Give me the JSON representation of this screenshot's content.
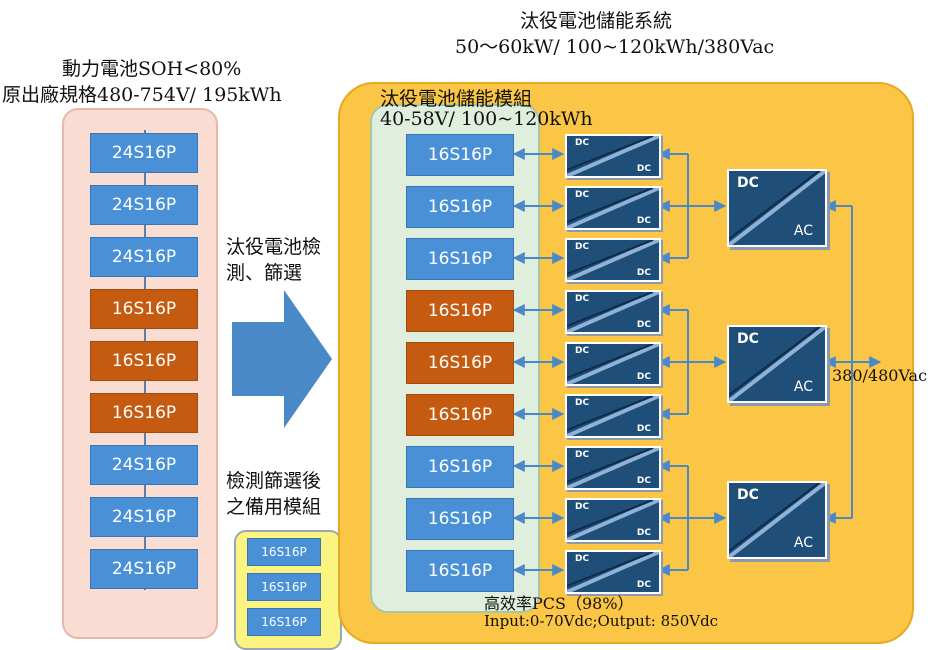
{
  "header": {
    "system_title": "汰役電池儲能系統",
    "system_spec": "50～60kW/ 100~120kWh/380Vac"
  },
  "source": {
    "title": "動力電池SOH<80%",
    "spec": "原出廠規格480-754V/ 195kWh",
    "cells": [
      {
        "label": "24S16P",
        "color": "blue"
      },
      {
        "label": "24S16P",
        "color": "blue"
      },
      {
        "label": "24S16P",
        "color": "blue"
      },
      {
        "label": "16S16P",
        "color": "orange"
      },
      {
        "label": "16S16P",
        "color": "orange"
      },
      {
        "label": "16S16P",
        "color": "orange"
      },
      {
        "label": "24S16P",
        "color": "blue"
      },
      {
        "label": "24S16P",
        "color": "blue"
      },
      {
        "label": "24S16P",
        "color": "blue"
      }
    ]
  },
  "process": {
    "screen_line1": "汰役電池檢",
    "screen_line2": "測、篩選",
    "spare_line1": "檢測篩選後",
    "spare_line2": "之備用模組"
  },
  "spares": [
    "16S16P",
    "16S16P",
    "16S16P"
  ],
  "module": {
    "title": "汰役電池儲能模組",
    "spec": "40-58V/ 100~120kWh",
    "cells": [
      {
        "label": "16S16P",
        "color": "blue"
      },
      {
        "label": "16S16P",
        "color": "blue"
      },
      {
        "label": "16S16P",
        "color": "blue"
      },
      {
        "label": "16S16P",
        "color": "orange"
      },
      {
        "label": "16S16P",
        "color": "orange"
      },
      {
        "label": "16S16P",
        "color": "orange"
      },
      {
        "label": "16S16P",
        "color": "blue"
      },
      {
        "label": "16S16P",
        "color": "blue"
      },
      {
        "label": "16S16P",
        "color": "blue"
      }
    ]
  },
  "converters": {
    "dcdc_top": "DC",
    "dcdc_bottom": "DC",
    "dcac_top": "DC",
    "dcac_bottom": "AC"
  },
  "output": {
    "label": "380/480Vac"
  },
  "pcs": {
    "title": "高效率PCS（98%）",
    "spec": "Input:0-70Vdc;Output: 850Vdc"
  },
  "colors": {
    "blue_cell": "#4a90d6",
    "orange_cell": "#c55a11",
    "system_bg": "#fbc545",
    "source_bg": "#f9dcd2",
    "module_bg": "#dfeedd",
    "spare_bg": "#fbf480",
    "converter": "#1f4e79",
    "arrow": "#4a89c8"
  }
}
